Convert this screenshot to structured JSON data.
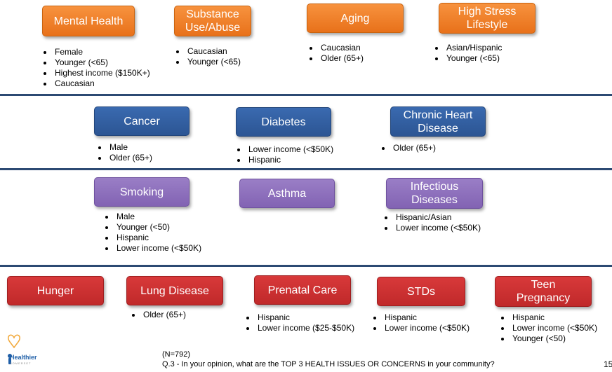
{
  "row1": [
    {
      "label": "Mental Health",
      "bullets": [
        "Female",
        "Younger (<65)",
        "Highest income ($150K+)",
        "Caucasian"
      ]
    },
    {
      "label": "Substance\nUse/Abuse",
      "bullets": [
        "Caucasian",
        "Younger (<65)"
      ]
    },
    {
      "label": "Aging",
      "bullets": [
        "Caucasian",
        "Older (65+)"
      ]
    },
    {
      "label": "High Stress\nLifestyle",
      "bullets": [
        "Asian/Hispanic",
        "Younger (<65)"
      ]
    }
  ],
  "row2": [
    {
      "label": "Cancer",
      "bullets": [
        "Male",
        "Older (65+)"
      ]
    },
    {
      "label": "Diabetes",
      "bullets": [
        "Lower income  (<$50K)",
        "Hispanic"
      ]
    },
    {
      "label": "Chronic Heart\nDisease",
      "bullets": [
        "Older (65+)"
      ]
    }
  ],
  "row3": [
    {
      "label": "Smoking",
      "bullets": [
        "Male",
        "Younger (<50)",
        "Hispanic",
        "Lower income (<$50K)"
      ]
    },
    {
      "label": "Asthma",
      "bullets": []
    },
    {
      "label": "Infectious\nDiseases",
      "bullets": [
        "Hispanic/Asian",
        "Lower income (<$50K)"
      ]
    }
  ],
  "row4": [
    {
      "label": "Hunger",
      "bullets": []
    },
    {
      "label": "Lung Disease",
      "bullets": [
        "Older (65+)"
      ]
    },
    {
      "label": "Prenatal Care",
      "bullets": [
        "Hispanic",
        "Lower income ($25-$50K)"
      ]
    },
    {
      "label": "STDs",
      "bullets": [
        "Hispanic",
        "Lower income (<$50K)"
      ]
    },
    {
      "label": "Teen\nPregnancy",
      "bullets": [
        "Hispanic",
        "Lower income (<$50K)",
        "Younger (<50)"
      ]
    }
  ],
  "footer": {
    "sample": "(N=792)",
    "question": "Q.3 - In your opinion, what are the TOP 3 HEALTH ISSUES OR CONCERNS in your community?",
    "page_number": "15"
  },
  "logo": {
    "name": "Healthier",
    "sub": "SOMERSET",
    "icon": "healthier-somerset-logo"
  },
  "colors": {
    "orange": "#ee7b22",
    "blue": "#2f5d9f",
    "purple": "#8a6cbb",
    "red": "#c83031",
    "divider": "#2c4a73"
  }
}
